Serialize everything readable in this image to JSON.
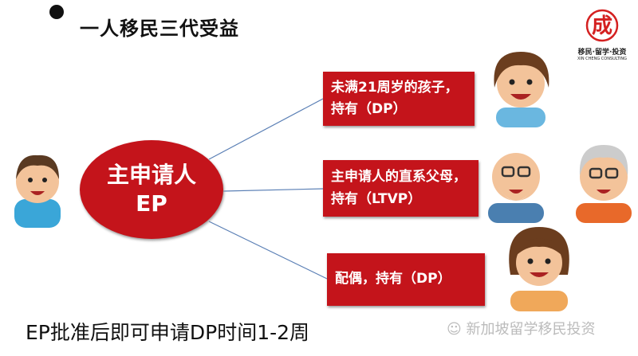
{
  "title": "一人移民三代受益",
  "center": {
    "line1": "主申请人",
    "line2": "EP"
  },
  "boxes": [
    {
      "line1": "未满21周岁的孩子，",
      "line2": "持有（DP）"
    },
    {
      "line1": "主申请人的直系父母，",
      "line2": "持有（LTVP）"
    },
    {
      "line1": "配偶，持有（DP）"
    }
  ],
  "footer": "EP批准后即可申请DP时间1-2周",
  "watermark": "新加坡留学移民投资",
  "logo": {
    "mark": "成",
    "line1": "移民·留学·投资",
    "line2": "XIN CHENG CONSULTING"
  },
  "colors": {
    "accent": "#c4141b"
  }
}
